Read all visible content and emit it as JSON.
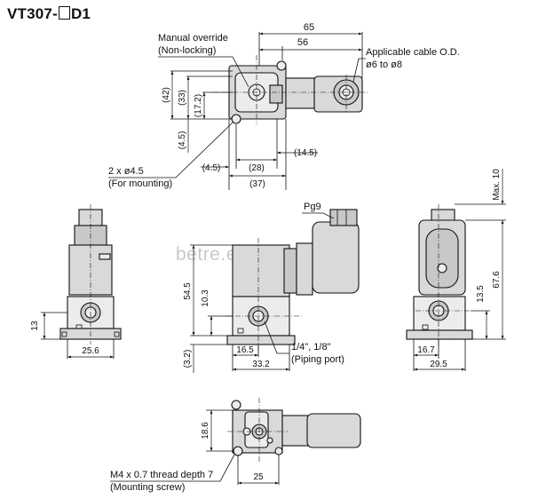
{
  "title": {
    "prefix": "VT307-",
    "suffix": "D1"
  },
  "watermark": "betre.en.alibaba.com",
  "callouts": {
    "manual_override_1": "Manual override",
    "manual_override_2": "(Non-locking)",
    "cable_od_1": "Applicable cable O.D.",
    "cable_od_2": "ø6 to ø8",
    "mounting_holes_1": "2 x ø4.5",
    "mounting_holes_2": "(For mounting)",
    "pg": "Pg9",
    "port_1": "1/4\", 1/8\"",
    "port_2": "(Piping port)",
    "screw_1": "M4 x 0.7 thread depth 7",
    "screw_2": "(Mounting screw)"
  },
  "dimensions": {
    "top_65": "65",
    "top_56": "56",
    "top_42": "(42)",
    "top_33": "(33)",
    "top_17_2": "(17.2)",
    "top_4_5_v": "(4.5)",
    "top_4_5_h": "(4.5)",
    "top_28": "(28)",
    "top_14_5": "(14.5)",
    "top_37": "(37)",
    "left_13": "13",
    "left_25_6": "25.6",
    "front_54_5": "54.5",
    "front_10_3": "10.3",
    "front_3_2": "(3.2)",
    "front_16_5": "16.5",
    "front_33_2": "33.2",
    "right_max10": "Max. 10",
    "right_67_6": "67.6",
    "right_13_5": "13.5",
    "right_16_7": "16.7",
    "right_29_5": "29.5",
    "bottom_18_6": "18.6",
    "bottom_25": "25"
  }
}
